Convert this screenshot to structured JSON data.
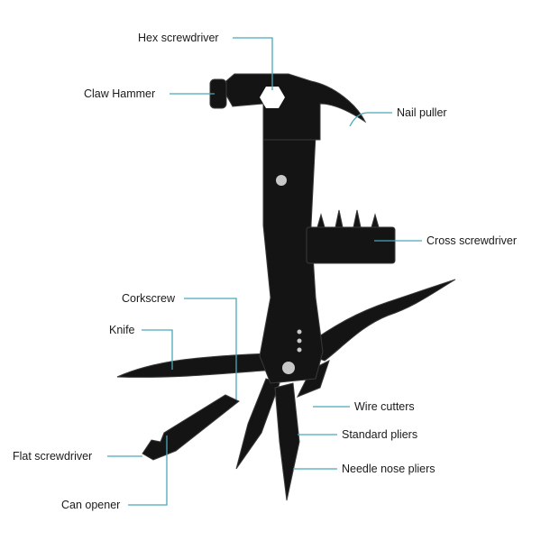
{
  "colors": {
    "leader": "#4aa8ba",
    "tool": "#141414",
    "background": "#ffffff"
  },
  "labels": {
    "hex_screwdriver": "Hex screwdriver",
    "claw_hammer": "Claw Hammer",
    "nail_puller": "Nail puller",
    "cross_screwdriver": "Cross screwdriver",
    "corkscrew": "Corkscrew",
    "knife": "Knife",
    "wire_cutters": "Wire cutters",
    "standard_pliers": "Standard pliers",
    "flat_screwdriver": "Flat screwdriver",
    "needle_nose_pliers": "Needle nose pliers",
    "can_opener": "Can opener"
  }
}
